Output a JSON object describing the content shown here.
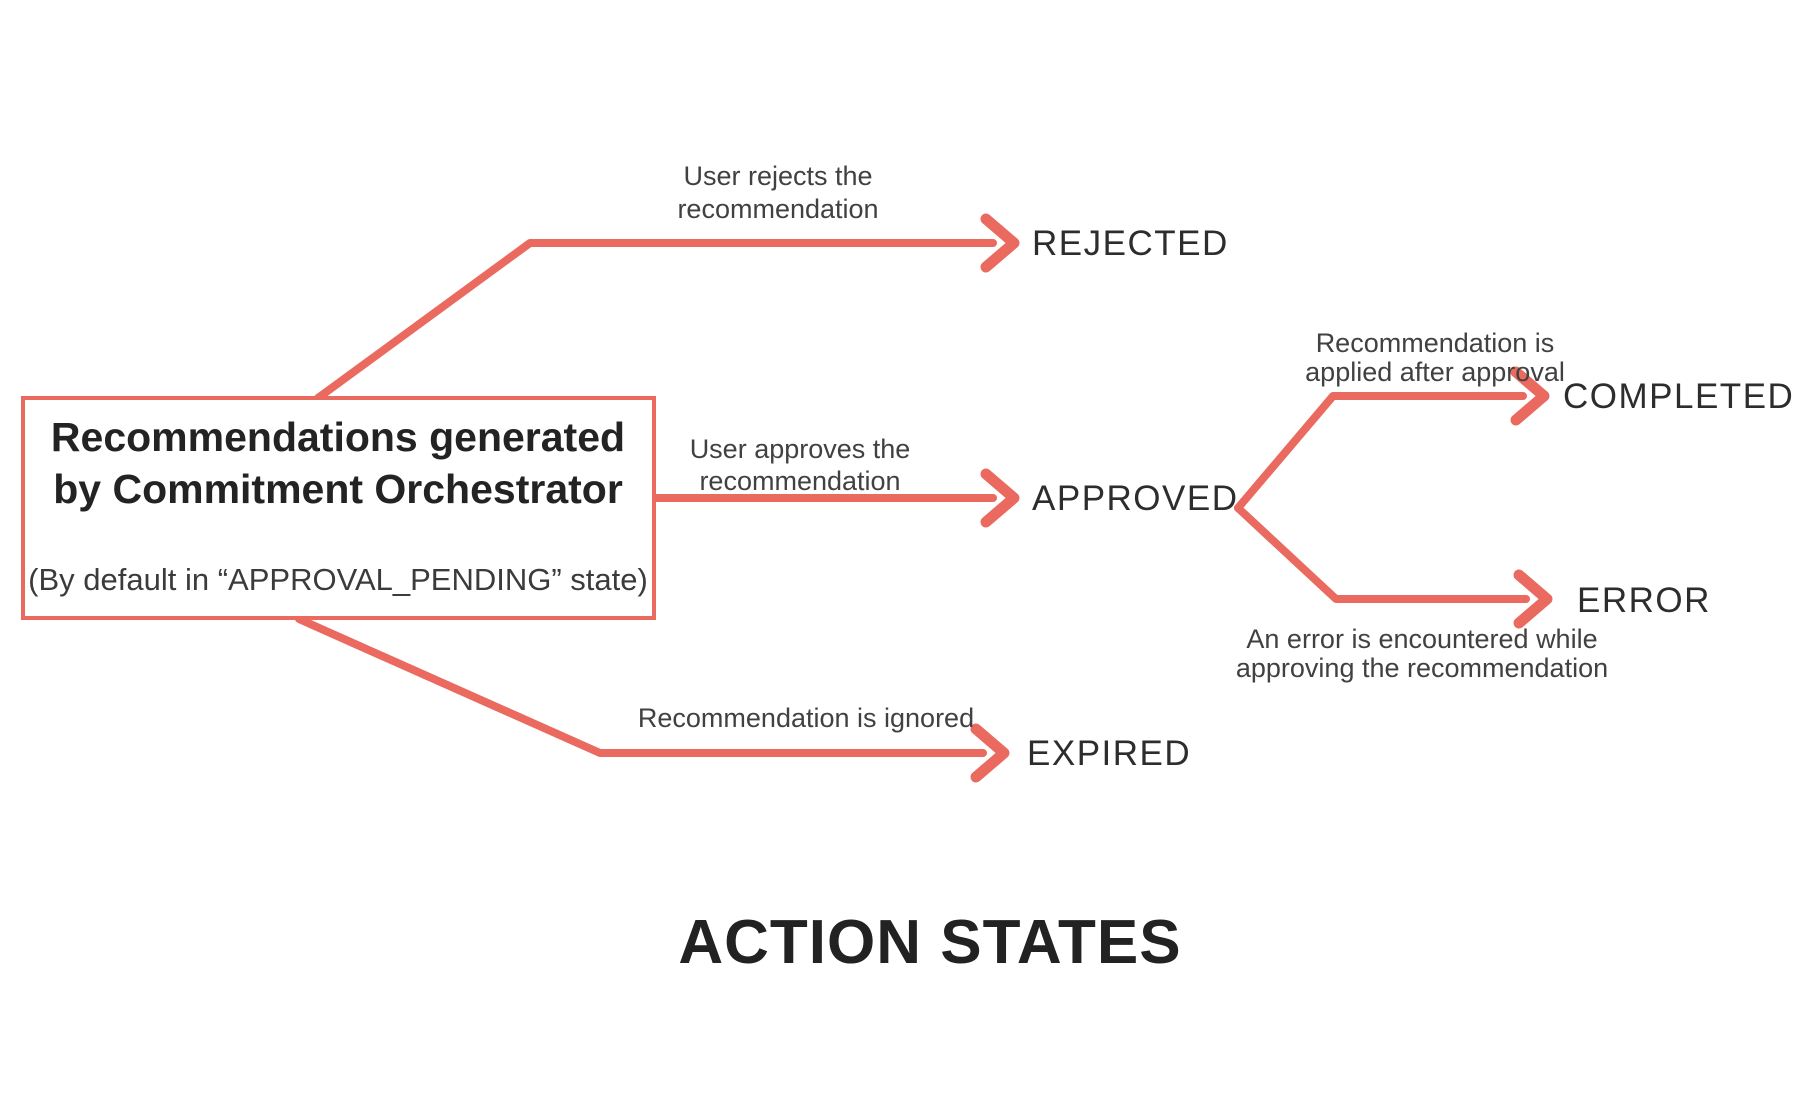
{
  "diagram": {
    "title": "ACTION STATES",
    "arrow_color": "#EA6A5F",
    "source_box": {
      "title_line1": "Recommendations generated",
      "title_line2": "by Commitment Orchestrator",
      "subtitle": "(By default in “APPROVAL_PENDING” state)"
    },
    "states": {
      "rejected": "REJECTED",
      "approved": "APPROVED",
      "completed": "COMPLETED",
      "error": "ERROR",
      "expired": "EXPIRED"
    },
    "transitions": {
      "to_rejected": {
        "line1": "User rejects the",
        "line2": "recommendation"
      },
      "to_approved": {
        "line1": "User approves the",
        "line2": "recommendation"
      },
      "to_completed": {
        "line1": "Recommendation is",
        "line2": "applied after approval"
      },
      "to_error": {
        "line1": "An error is encountered while",
        "line2": "approving the recommendation"
      },
      "to_expired": {
        "line1": "Recommendation is ignored"
      }
    }
  }
}
